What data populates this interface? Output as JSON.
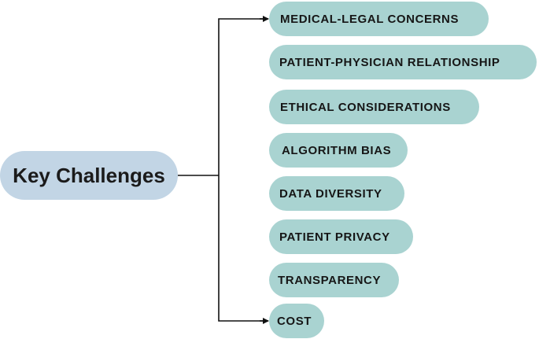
{
  "diagram": {
    "root_label": "Key Challenges",
    "items": [
      "MEDICAL-LEGAL CONCERNS",
      "PATIENT-PHYSICIAN RELATIONSHIP",
      "ETHICAL CONSIDERATIONS",
      "ALGORITHM BIAS",
      "DATA DIVERSITY",
      "PATIENT PRIVACY",
      "TRANSPARENCY",
      "COST"
    ]
  },
  "colors": {
    "root_fill": "#c2d5e5",
    "item_fill": "#a9d3d1",
    "connector": "#111111",
    "text": "#161616"
  }
}
